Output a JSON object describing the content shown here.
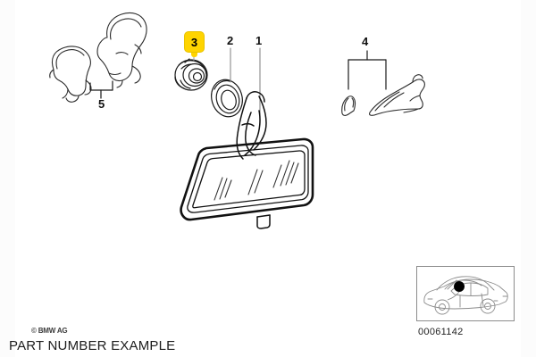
{
  "diagram": {
    "title": "BMW interior rear view mirror exploded parts diagram",
    "copyright": "© BMW AG",
    "caption": "PART NUMBER EXAMPLE",
    "line_color": "#1a1a1a",
    "background_color": "#ffffff",
    "callouts": [
      {
        "id": "1",
        "label": "1",
        "part": "interior rear view mirror assembly",
        "leader": "vertical-line",
        "highlighted": false
      },
      {
        "id": "2",
        "label": "2",
        "part": "oval gasket / seal ring",
        "leader": "vertical-line",
        "highlighted": false
      },
      {
        "id": "3",
        "label": "3",
        "part": "stepped grommet bushing",
        "leader": "stub",
        "highlighted": true,
        "highlight_color": "#ffd400",
        "highlight_text_color": "#000000"
      },
      {
        "id": "4",
        "label": "4",
        "part": "mirror base trim covers",
        "leader": "bracket",
        "highlighted": false
      },
      {
        "id": "5",
        "label": "5",
        "part": "mirror housing cover halves",
        "leader": "bracket",
        "highlighted": false
      }
    ]
  },
  "locator": {
    "id_number": "00061142",
    "vehicle": "sedan side profile",
    "marker": "black dot at windscreen / mirror position",
    "marker_color": "#000000",
    "border_color": "#8c8c8c"
  }
}
